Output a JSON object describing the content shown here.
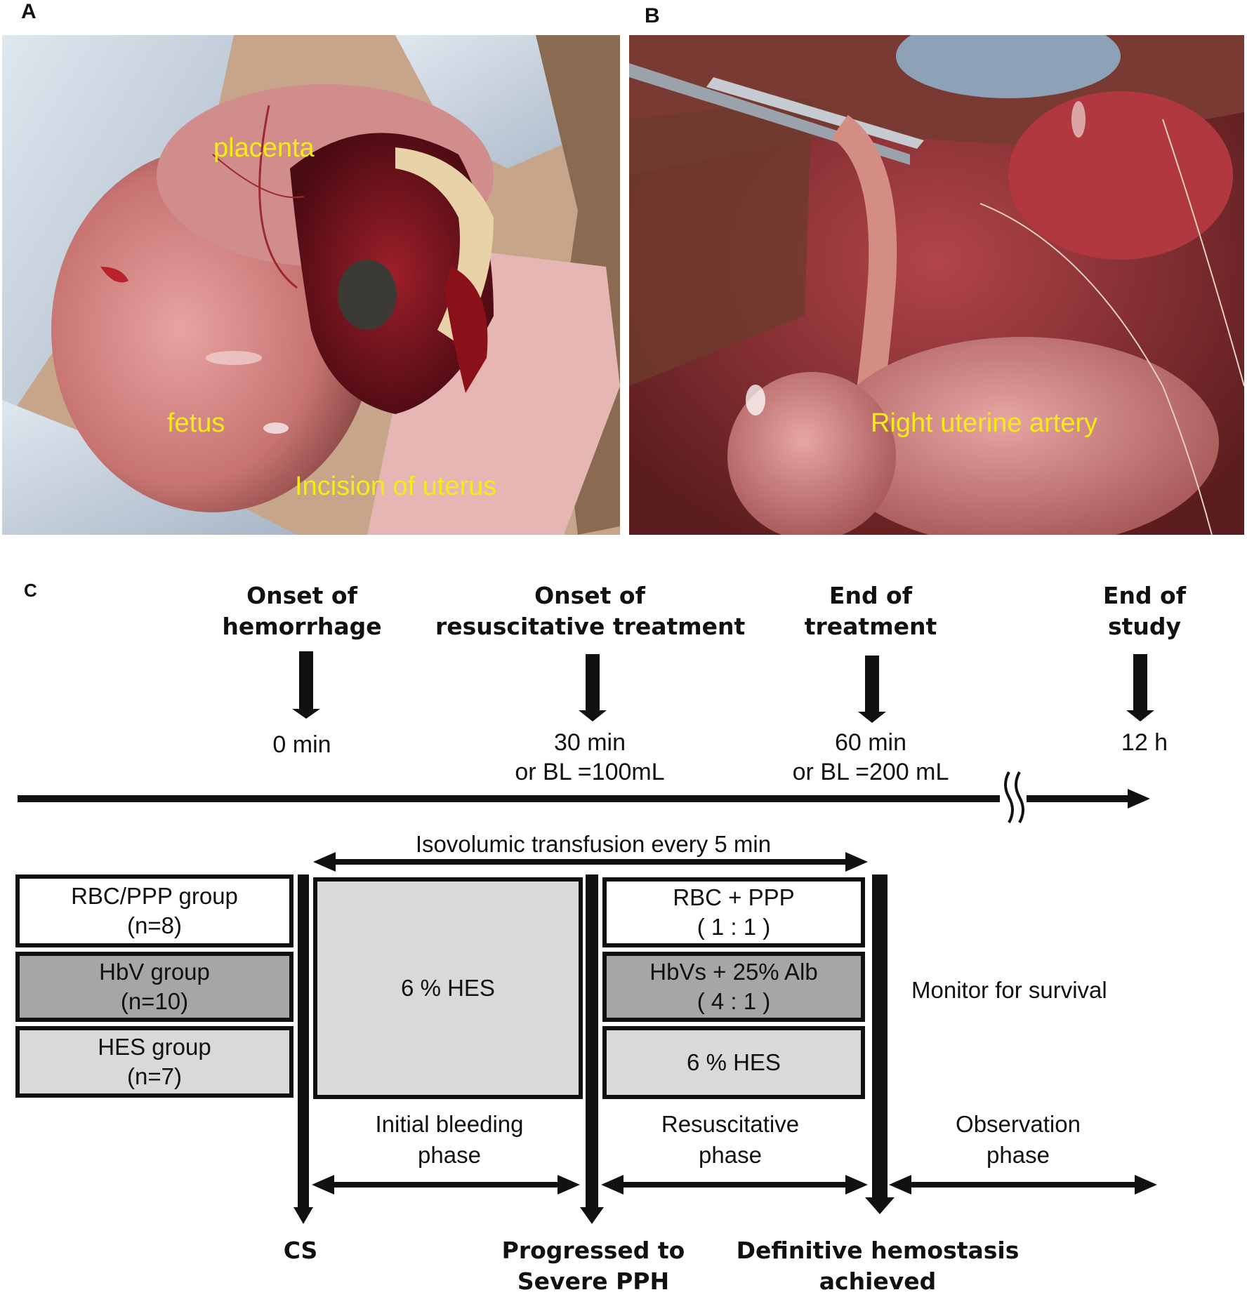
{
  "panels": {
    "a": {
      "letter": "A",
      "labels": {
        "placenta": "placenta",
        "fetus": "fetus",
        "incision": "Incision of uterus"
      }
    },
    "b": {
      "letter": "B",
      "labels": {
        "artery": "Right uterine artery"
      }
    },
    "c": {
      "letter": "C",
      "events": [
        {
          "title_line1": "Onset of",
          "title_line2": "hemorrhage",
          "time_line1": "0 min",
          "time_line2": ""
        },
        {
          "title_line1": "Onset of",
          "title_line2": "resuscitative treatment",
          "time_line1": "30 min",
          "time_line2": "or BL =100mL"
        },
        {
          "title_line1": "End of",
          "title_line2": "treatment",
          "time_line1": "60 min",
          "time_line2": "or BL =200 mL"
        },
        {
          "title_line1": "End of",
          "title_line2": "study",
          "time_line1": "12 h",
          "time_line2": ""
        }
      ],
      "transfusion_label": "Isovolumic transfusion every 5 min",
      "groups": [
        {
          "line1": "RBC/PPP group",
          "line2": "(n=8)"
        },
        {
          "line1": "HbV group",
          "line2": "(n=10)"
        },
        {
          "line1": "HES group",
          "line2": "(n=7)"
        }
      ],
      "initial_treatment": "6 % HES",
      "resuscitative_treatments": [
        {
          "line1": "RBC + PPP",
          "line2": "( 1 : 1 )"
        },
        {
          "line1": "HbVs + 25% Alb",
          "line2": "( 4 : 1 )"
        },
        {
          "line1": "6 % HES",
          "line2": ""
        }
      ],
      "monitor_label": "Monitor for survival",
      "phases": [
        {
          "line1": "Initial bleeding",
          "line2": "phase"
        },
        {
          "line1": "Resuscitative",
          "line2": "phase"
        },
        {
          "line1": "Observation",
          "line2": "phase"
        }
      ],
      "bottom_labels": [
        {
          "line1": "CS",
          "line2": ""
        },
        {
          "line1": "Progressed to",
          "line2": "Severe PPH"
        },
        {
          "line1": "Definitive hemostasis",
          "line2": "achieved"
        }
      ],
      "colors": {
        "white_box": "#ffffff",
        "dark_grey_box": "#a6a6a6",
        "light_grey_box": "#d9d9d9"
      }
    }
  }
}
